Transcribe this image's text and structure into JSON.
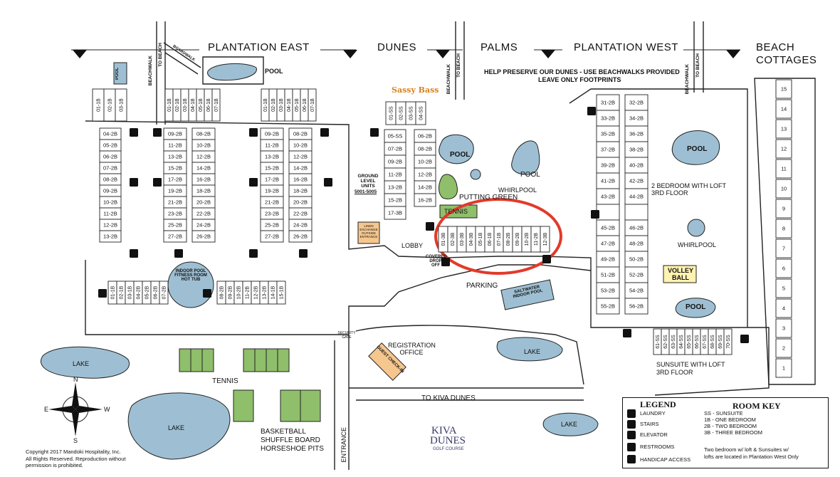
{
  "areas": {
    "plantation_east": "PLANTATION EAST",
    "dunes": "DUNES",
    "palms": "PALMS",
    "plantation_west": "PLANTATION WEST",
    "beach_cottages_1": "BEACH",
    "beach_cottages_2": "COTTAGES"
  },
  "notice": {
    "line1": "HELP PRESERVE OUR DUNES - USE BEACHWALKS PROVIDED",
    "line2": "LEAVE ONLY FOOTPRINTS"
  },
  "labels": {
    "pool": "POOL",
    "whirlpool": "WHIRLPOOL",
    "putting_green": "PUTTING GREEN",
    "tennis": "TENNIS",
    "lobby": "LOBBY",
    "parking": "PARKING",
    "saltwater": "SALTWATER INDOOR POOL",
    "covered_drop": "COVERED DROP OFF",
    "indoor_pool": "INDOOR POOL FITNESS ROOM HOT TUB",
    "ground_level": "GROUND LEVEL UNITS",
    "ground_level_range": "5001-5005",
    "linen": "LINEN EXCHANGE OUTSIDE ENTRANCE",
    "registration": "REGISTRATION OFFICE",
    "guest_checkin": "GUEST CHECK-IN",
    "security_gate": "SECURITY GATE",
    "to_kiva": "TO KIVA DUNES",
    "entrance": "ENTRANCE",
    "lake": "LAKE",
    "basketball": "BASKETBALL",
    "shuffle": "SHUFFLE BOARD",
    "horseshoe": "HORSESHOE PITS",
    "volley_1": "VOLLEY",
    "volley_2": "BALL",
    "two_bed_loft_1": "2 BEDROOM WITH LOFT",
    "two_bed_loft_2": "3RD FLOOR",
    "sunsuite_loft_1": "SUNSUITE WITH LOFT",
    "sunsuite_loft_2": "3RD FLOOR",
    "beachwalk": "BEACHWALK",
    "to_beach": "TO BEACH",
    "boardwalk": "BOARDWALK",
    "sassy_bass": "Sassy Bass",
    "kiva_logo_1": "KIVA",
    "kiva_logo_2": "DUNES",
    "kiva_logo_3": "GOLF COURSE",
    "compass_n": "N",
    "compass_s": "S",
    "compass_e": "E",
    "compass_w": "W"
  },
  "units": {
    "pe_top_a": [
      "01-1B",
      "02-1B",
      "03-1B"
    ],
    "pe_top_b": [
      "01-1B",
      "02-1B",
      "03-1B",
      "04-1B",
      "05-1B",
      "06-1B",
      "07-1B"
    ],
    "pe_top_c": [
      "01-1B",
      "02-1B",
      "03-1B",
      "04-1B",
      "05-1B",
      "06-1B",
      "07-1B"
    ],
    "pe_col_a": [
      "04-2B",
      "05-2B",
      "06-2B",
      "07-2B",
      "08-2B",
      "09-2B",
      "10-2B",
      "11-2B",
      "12-2B",
      "13-2B"
    ],
    "pe_col_b1": [
      "09-2B",
      "11-2B",
      "13-2B",
      "15-2B",
      "17-2B",
      "19-2B",
      "21-2B",
      "23-2B",
      "25-2B",
      "27-2B"
    ],
    "pe_col_b2": [
      "08-2B",
      "10-2B",
      "12-2B",
      "14-2B",
      "16-2B",
      "18-2B",
      "20-2B",
      "22-2B",
      "24-2B",
      "26-2B"
    ],
    "pe_bottom_l": [
      "01-1B",
      "02-1B",
      "03-1B",
      "04-2B",
      "05-2B",
      "06-2B",
      "07-2B"
    ],
    "pe_bottom_r": [
      "08-2B",
      "09-2B",
      "10-2B",
      "11-2B",
      "12-2B",
      "13-2B",
      "14-1B",
      "15-1B"
    ],
    "dunes_top": [
      "01-SS",
      "02-SS",
      "03-SS",
      "04-SS"
    ],
    "dunes_left": [
      "05-SS",
      "07-2B",
      "09-2B",
      "11-2B",
      "13-2B",
      "15-2B",
      "17-3B"
    ],
    "dunes_right": [
      "06-2B",
      "08-2B",
      "10-2B",
      "12-2B",
      "14-2B",
      "16-2B"
    ],
    "palms_row": [
      "01-3B",
      "02-3B",
      "03-3B",
      "04-3B",
      "05-1B",
      "06-1B",
      "07-1B",
      "08-2B",
      "09-2B",
      "10-2B",
      "11-2B",
      "12-3B"
    ],
    "pw_left": [
      "31-2B",
      "33-2B",
      "35-2B",
      "37-2B",
      "39-2B",
      "41-2B",
      "43-2B",
      "",
      "45-2B",
      "47-2B",
      "49-2B",
      "51-2B",
      "53-2B",
      "55-2B"
    ],
    "pw_right": [
      "32-2B",
      "34-2B",
      "36-2B",
      "38-2B",
      "40-2B",
      "42-2B",
      "44-2B",
      "",
      "46-2B",
      "48-2B",
      "50-2B",
      "52-2B",
      "54-2B",
      "56-2B"
    ],
    "pw_bottom": [
      "61-SS",
      "62-SS",
      "63-SS",
      "64-SS",
      "65-SS",
      "66-SS",
      "67-SS",
      "68-SS",
      "69-SS",
      "70-SS"
    ],
    "cottages": [
      "15",
      "14",
      "13",
      "12",
      "11",
      "10",
      "9",
      "8",
      "7",
      "6",
      "5",
      "4",
      "3",
      "2",
      "1"
    ]
  },
  "legend": {
    "title": "LEGEND",
    "items": [
      "LAUNDRY",
      "STAIRS",
      "ELEVATOR",
      "RESTROOMS",
      "HANDICAP ACCESS"
    ],
    "key_title": "ROOM KEY",
    "keys": [
      "SS - SUNSUITE",
      "1B - ONE BEDROOM",
      "2B - TWO BEDROOM",
      "3B - THREE BEDROOM"
    ],
    "note1": "Two bedroom w/ loft & Sunsuites w/",
    "note2": "lofts are located in Plantation West Only"
  },
  "copyright": [
    "Copyright 2017 Mandoki Hospitality, Inc.",
    "All Rights Reserved. Reproduction without",
    "permission is prohibited."
  ],
  "colors": {
    "water": "#9ebfd3",
    "green": "#8fbf6a",
    "sand": "#f5c78e",
    "yellow": "#fff3b0",
    "highlight": "#e23a2a"
  },
  "icons": [
    "laundry-icon",
    "stairs-icon",
    "elevator-icon",
    "restroom-icon",
    "handicap-icon"
  ]
}
